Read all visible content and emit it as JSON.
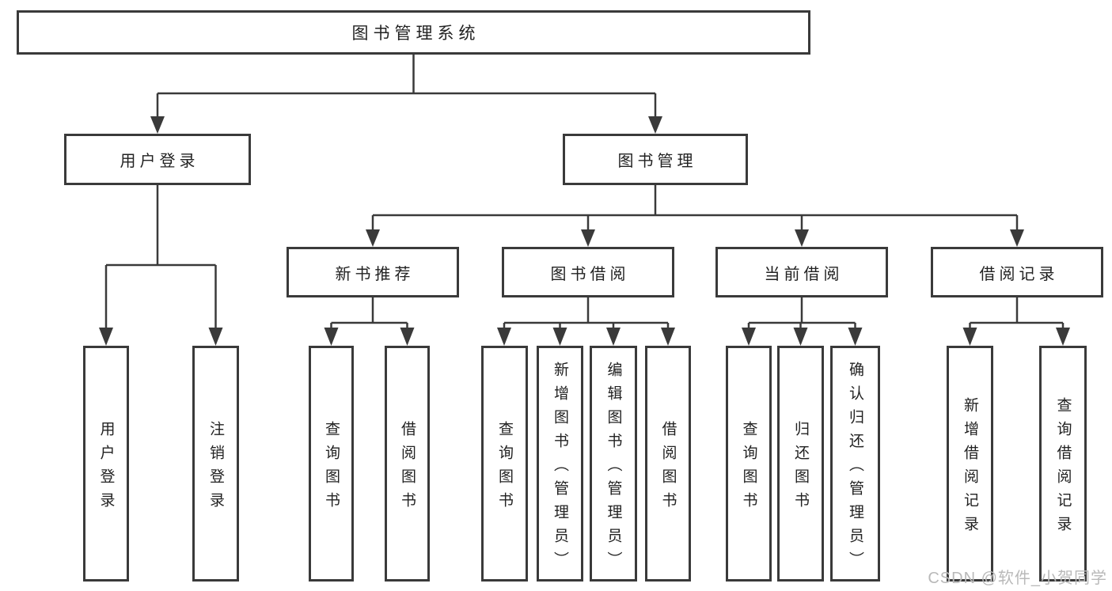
{
  "colors": {
    "background": "#ffffff",
    "line": "#3a3a3a",
    "box_border": "#3a3a3a",
    "text": "#222222",
    "watermark_text": "#b9b9b9"
  },
  "tree": {
    "root": {
      "label": "图书管理系统"
    },
    "user_login": {
      "label": "用户登录",
      "children": [
        {
          "label": "用户登录"
        },
        {
          "label": "注销登录"
        }
      ]
    },
    "book_management": {
      "label": "图书管理",
      "sections": [
        {
          "label": "新书推荐",
          "children": [
            {
              "label": "查询图书"
            },
            {
              "label": "借阅图书"
            }
          ]
        },
        {
          "label": "图书借阅",
          "children": [
            {
              "label": "查询图书"
            },
            {
              "label": "新增图书（管理员）"
            },
            {
              "label": "编辑图书（管理员）"
            },
            {
              "label": "借阅图书"
            }
          ]
        },
        {
          "label": "当前借阅",
          "children": [
            {
              "label": "查询图书"
            },
            {
              "label": "归还图书"
            },
            {
              "label": "确认归还（管理员）"
            }
          ]
        },
        {
          "label": "借阅记录",
          "children": [
            {
              "label": "新增借阅记录"
            },
            {
              "label": "查询借阅记录"
            }
          ]
        }
      ]
    }
  },
  "watermark": {
    "text": "CSDN @软件_小贺同学"
  }
}
